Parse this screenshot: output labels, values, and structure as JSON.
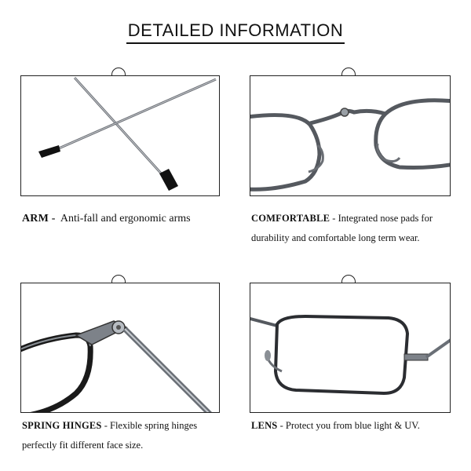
{
  "title": "DETAILED INFORMATION",
  "panels": {
    "arm": {
      "label": "ARM -",
      "text": "Anti-fall and ergonomic arms",
      "icon": "temple-arms-icon"
    },
    "comfortable": {
      "label": "COMFORTABLE",
      "text": "- Integrated nose pads for",
      "text2": "durability and comfortable long term wear.",
      "icon": "nose-pads-icon"
    },
    "spring_hinges": {
      "label": "SPRING HINGES",
      "text": "- Flexible spring hinges",
      "text2": "perfectly fit different face size.",
      "icon": "spring-hinge-icon"
    },
    "lens": {
      "label": "LENS",
      "text": "- Protect you from blue light & UV.",
      "icon": "lens-icon"
    }
  },
  "colors": {
    "frame_metal": "#5a5f66",
    "outline": "#222222",
    "background": "#ffffff"
  }
}
